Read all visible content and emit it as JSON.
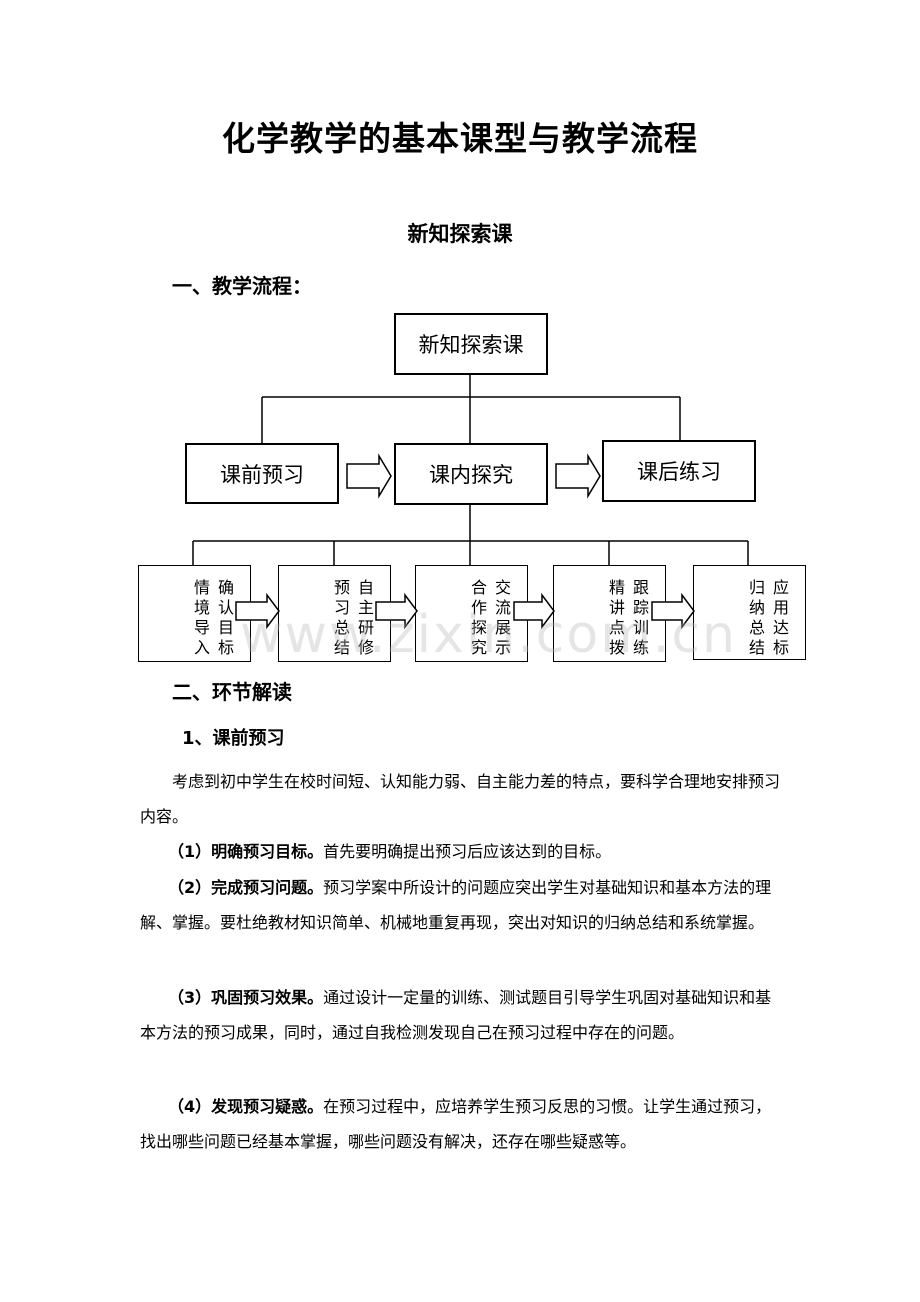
{
  "doc": {
    "title": "化学教学的基本课型与教学流程",
    "subtitle": "新知探索课",
    "section1": "一、教学流程：",
    "section2": "二、环节解读",
    "sub1": "1、课前预习"
  },
  "flowchart": {
    "root": "新知探索课",
    "stages": [
      "课前预习",
      "课内探究",
      "课后练习"
    ],
    "steps": [
      {
        "col1": "情境导入",
        "col2": "确认目标"
      },
      {
        "col1": "预习总结",
        "col2": "自主研修"
      },
      {
        "col1": "合作探究",
        "col2": "交流展示"
      },
      {
        "col1": "精讲点拨",
        "col2": "跟踪训练"
      },
      {
        "col1": "归纳总结",
        "col2": "应用达标"
      }
    ]
  },
  "paragraphs": {
    "intro": "考虑到初中学生在校时间短、认知能力弱、自主能力差的特点，要科学合理地安排预习内容。",
    "p1_lead": "（1）明确预习目标。",
    "p1_text": "首先要明确提出预习后应该达到的目标。",
    "p2_lead": "（2）完成预习问题。",
    "p2_text": "预习学案中所设计的问题应突出学生对基础知识和基本方法的理解、掌握。要杜绝教材知识简单、机械地重复再现，突出对知识的归纳总结和系统掌握。",
    "p3_lead": "（3）巩固预习效果。",
    "p3_text": "通过设计一定量的训练、测试题目引导学生巩固对基础知识和基本方法的预习成果，同时，通过自我检测发现自己在预习过程中存在的问题。",
    "p4_lead": "（4）发现预习疑惑。",
    "p4_text": "在预习过程中，应培养学生预习反思的习惯。让学生通过预习，找出哪些问题已经基本掌握，哪些问题没有解决，还存在哪些疑惑等。"
  },
  "watermark": "www.zixin.com.cn"
}
